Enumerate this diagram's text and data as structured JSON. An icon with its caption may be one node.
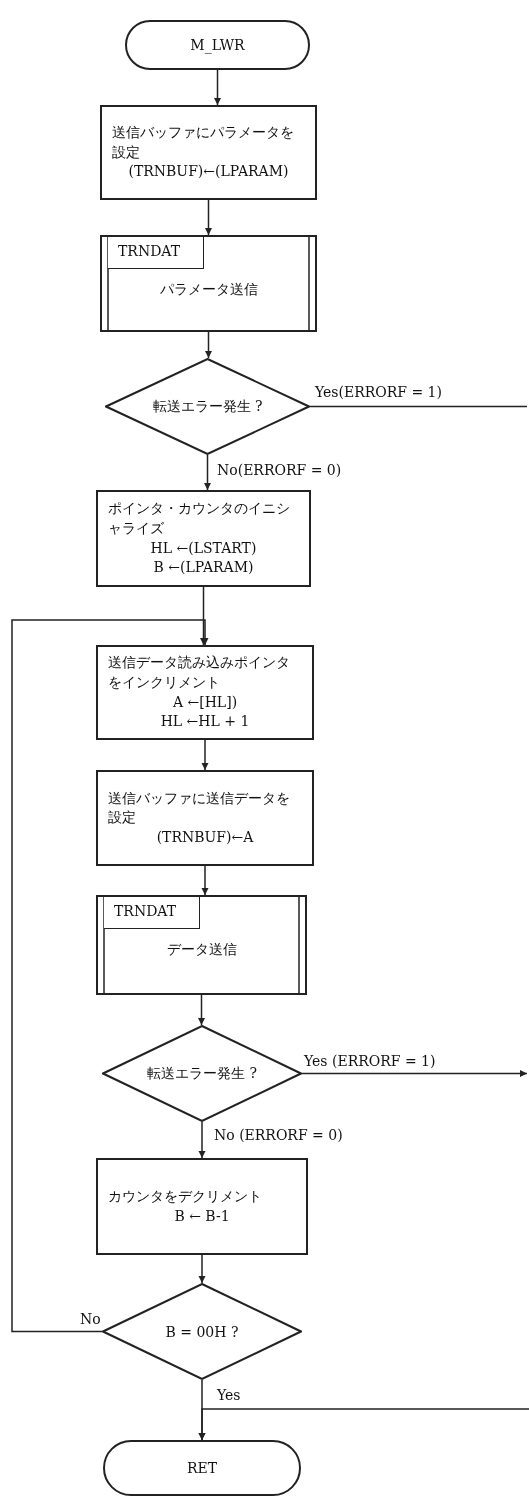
{
  "diagram": {
    "nodes": [
      {
        "text": [
          "M_LWR"
        ]
      },
      {
        "text": [
          "送信バッファにパラメータを設定",
          "(TRNBUF)←(LPARAM)"
        ]
      },
      {
        "text": [
          "TRNDAT",
          "パラメータ送信"
        ]
      },
      {
        "text": [
          "転送エラー発生 ?"
        ]
      },
      {
        "text": [
          "ポインタ・カウンタのイニシャライズ",
          "HL ←(LSTART)",
          "B ←(LPARAM)"
        ]
      },
      {
        "text": [
          "送信データ読み込みポインタをインクリメント",
          "A ←[HL])",
          "HL ←HL + 1"
        ]
      },
      {
        "text": [
          "送信バッファに送信データを設定",
          "(TRNBUF)←A"
        ]
      },
      {
        "text": [
          "TRNDAT",
          "データ送信"
        ]
      },
      {
        "text": [
          "転送エラー発生 ?"
        ]
      },
      {
        "text": [
          "カウンタをデクリメント",
          "B ← B-1"
        ]
      },
      {
        "text": [
          "B = 00H ?"
        ]
      },
      {
        "text": [
          "RET"
        ]
      }
    ],
    "edges": [
      {
        "from": 0,
        "to": 1,
        "arrow": "to"
      },
      {
        "from": 1,
        "to": 2,
        "arrow": "to"
      },
      {
        "from": 2,
        "to": 3,
        "arrow": "to"
      },
      {
        "from": 3,
        "to": 4,
        "arrow": "to",
        "label": "No(ERRORF = 0)"
      },
      {
        "from": 3,
        "to": null,
        "arrow": "none",
        "label": "Yes(ERRORF = 1)"
      },
      {
        "from": 4,
        "to": 5,
        "arrow": "to"
      },
      {
        "from": 5,
        "to": 6,
        "arrow": "to"
      },
      {
        "from": 6,
        "to": 7,
        "arrow": "to"
      },
      {
        "from": 7,
        "to": 8,
        "arrow": "to"
      },
      {
        "from": 8,
        "to": 9,
        "arrow": "to",
        "label": "No (ERRORF = 0)"
      },
      {
        "from": 8,
        "to": null,
        "arrow": "to",
        "label": "Yes (ERRORF = 1)"
      },
      {
        "from": 9,
        "to": 10,
        "arrow": "to"
      },
      {
        "from": 10,
        "to": 5,
        "arrow": "to",
        "label": "No"
      },
      {
        "from": 10,
        "to": 11,
        "arrow": "to",
        "label": "Yes"
      },
      {
        "from": null,
        "to": 11,
        "arrow": "to"
      }
    ]
  }
}
